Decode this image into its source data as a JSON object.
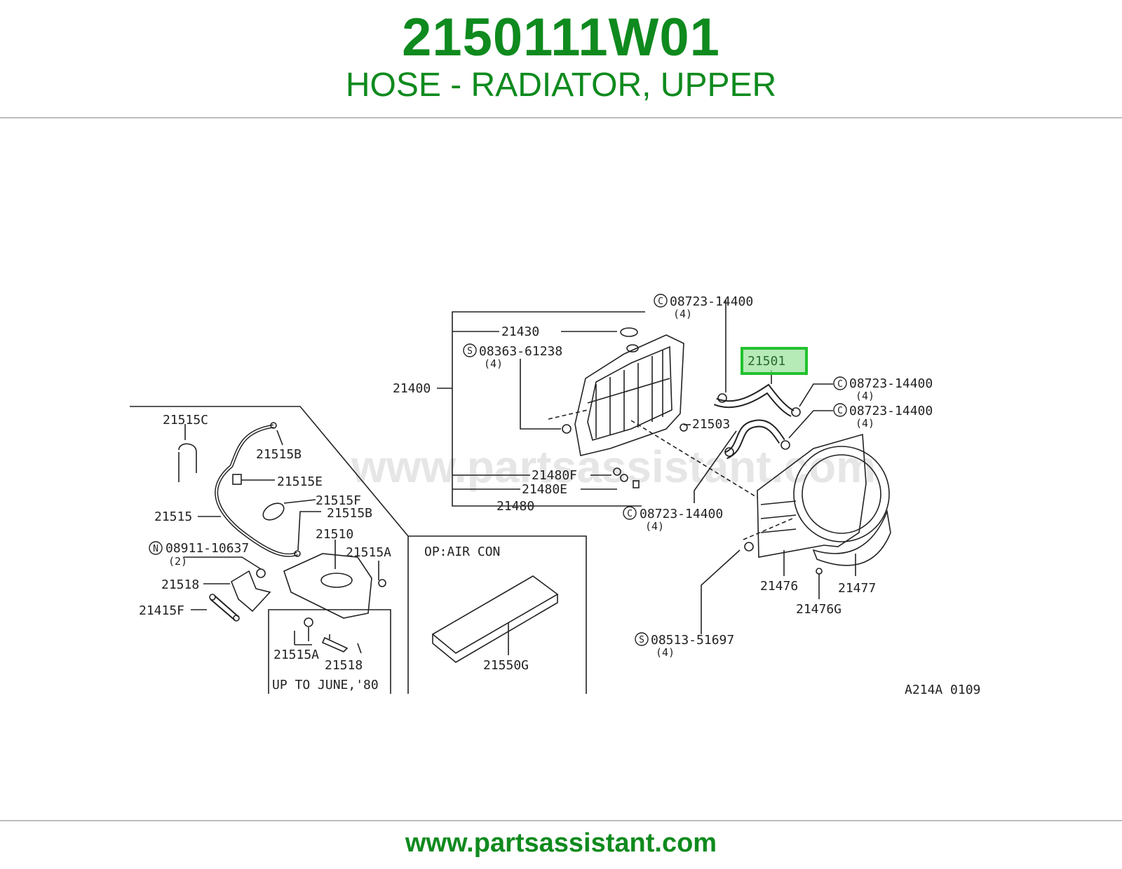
{
  "header": {
    "part_number": "2150111W01",
    "part_name": "HOSE - RADIATOR, UPPER"
  },
  "footer": {
    "url": "www.partsassistant.com"
  },
  "diagram": {
    "watermark": "www.partsassistant.com",
    "drawing_code": "A214A 0109",
    "highlight_color": "#22c22e",
    "labels": {
      "c1": "08723-14400",
      "c1q": "(4)",
      "p21430": "21430",
      "s1": "08363-61238",
      "s1q": "(4)",
      "p21400": "21400",
      "p21501": "21501",
      "c2": "08723-14400",
      "c2q": "(4)",
      "c3": "08723-14400",
      "c3q": "(4)",
      "p21503": "21503",
      "p21480F": "21480F",
      "p21480E": "21480E",
      "p21480": "21480",
      "c4": "08723-14400",
      "c4q": "(4)",
      "p21515C": "21515C",
      "p21515B": "21515B",
      "p21515E": "21515E",
      "p21515F": "21515F",
      "p21515": "21515",
      "p21515B2": "21515B",
      "p21510": "21510",
      "n1": "08911-10637",
      "n1q": "(2)",
      "p21515A": "21515A",
      "p21518": "21518",
      "p21415F": "21415F",
      "p21515A2": "21515A",
      "p21518b": "21518",
      "up_to": "UP TO JUNE,'80",
      "op_air": "OP:AIR CON",
      "p21550G": "21550G",
      "p21476": "21476",
      "p21477": "21477",
      "p21476G": "21476G",
      "s2": "08513-51697",
      "s2q": "(4)"
    }
  }
}
